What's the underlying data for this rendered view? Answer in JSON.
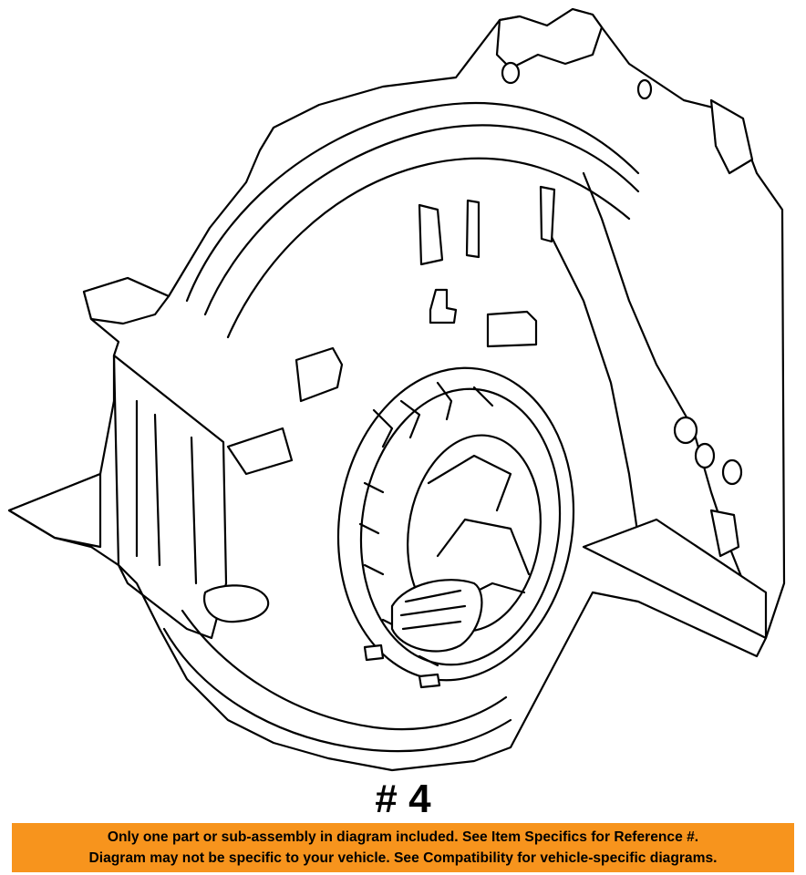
{
  "part_label": "# 4",
  "disclaimer": {
    "line1": "Only one part or sub-assembly in diagram included. See Item Specifics for Reference #.",
    "line2": "Diagram may not be specific to your vehicle. See Compatibility for vehicle-specific diagrams."
  },
  "colors": {
    "banner_background": "#f7941d",
    "line_color": "#000000",
    "background": "#ffffff"
  }
}
